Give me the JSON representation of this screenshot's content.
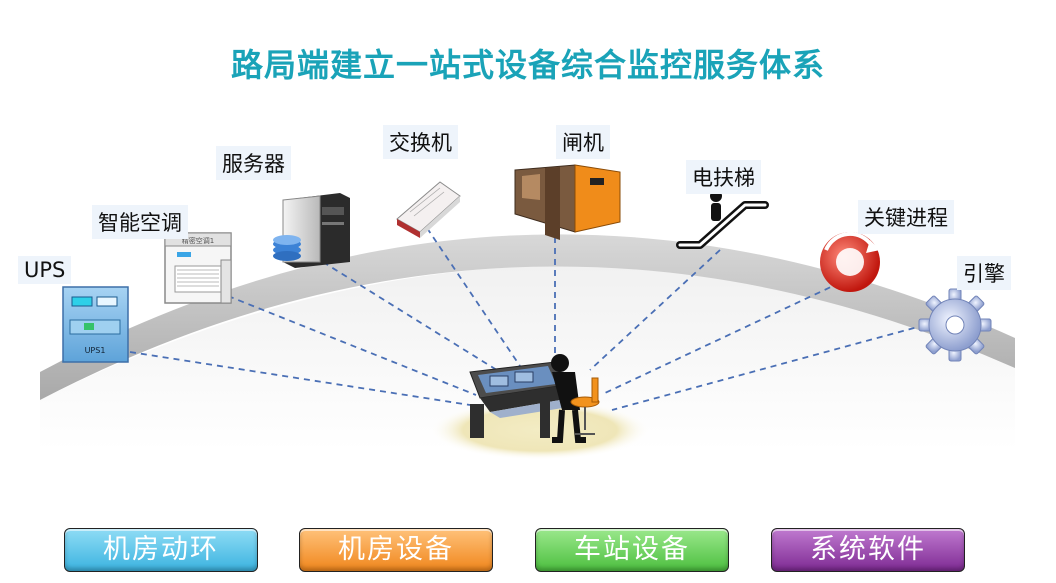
{
  "title": "路局端建立一站式设备综合监控服务体系",
  "nodes": [
    {
      "label": "UPS",
      "icon": "ups-cabinet-icon",
      "screen_text": "UPS1"
    },
    {
      "label": "智能空调",
      "icon": "air-conditioner-icon",
      "screen_text": "精密空调1"
    },
    {
      "label": "服务器",
      "icon": "server-icon"
    },
    {
      "label": "交换机",
      "icon": "network-switch-icon"
    },
    {
      "label": "闸机",
      "icon": "ticket-gate-icon"
    },
    {
      "label": "电扶梯",
      "icon": "escalator-icon"
    },
    {
      "label": "关键进程",
      "icon": "process-cycle-icon"
    },
    {
      "label": "引擎",
      "icon": "engine-gear-icon"
    }
  ],
  "center": {
    "icon": "operator-console-icon"
  },
  "buttons": [
    {
      "label": "机房动环",
      "color": "#3bb3e0"
    },
    {
      "label": "机房设备",
      "color": "#f0861c"
    },
    {
      "label": "车站设备",
      "color": "#4cbf3f"
    },
    {
      "label": "系统软件",
      "color": "#7e2a93"
    }
  ],
  "colors": {
    "title": "#1aa3b8",
    "connector": "#4a6fb5",
    "arc": "#c8c8c8"
  }
}
